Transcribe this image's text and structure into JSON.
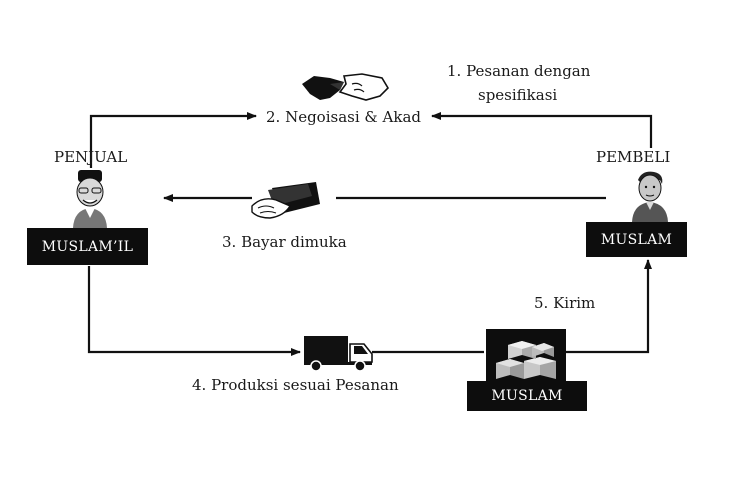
{
  "steps": {
    "step1_line1": "1.   Pesanan dengan",
    "step1_line2": "spesifikasi",
    "step2": "2. Negoisasi & Akad",
    "step3": "3. Bayar dimuka",
    "step4": "4. Produksi sesuai Pesanan",
    "step5": "5. Kirim"
  },
  "seller": {
    "role_label": "PENJUAL",
    "box_label": "MUSLAM’IL",
    "icon": "old-man-avatar-icon"
  },
  "buyer": {
    "role_label": "PEMBELI",
    "box_label": "MUSLAM",
    "icon": "young-man-avatar-icon"
  },
  "goods": {
    "box_label": "MUSLAM",
    "icon": "boxes-pile-icon"
  },
  "icons": {
    "handshake": "handshake-icon",
    "payment": "money-hand-icon",
    "truck": "delivery-truck-icon"
  },
  "colors": {
    "box_bg": "#0d0d0d",
    "box_text": "#ffffff",
    "line": "#111111"
  }
}
